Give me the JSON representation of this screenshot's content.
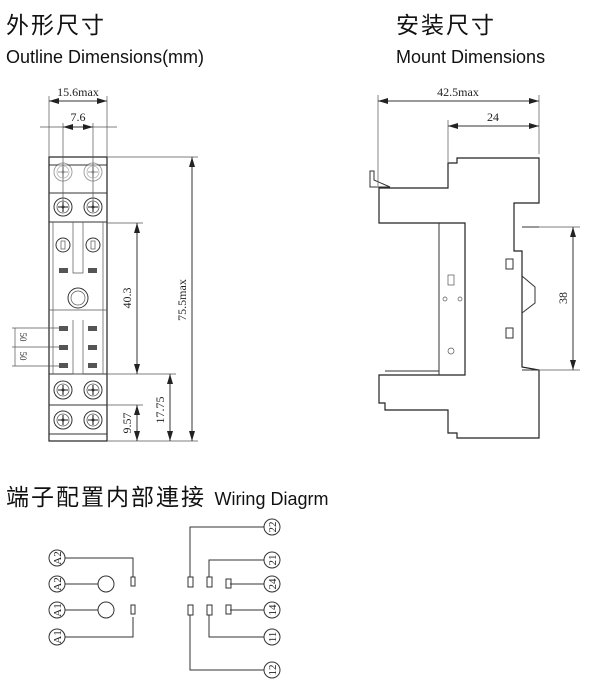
{
  "outline": {
    "title_cn": "外形尺寸",
    "title_en": "Outline Dimensions(mm)",
    "dims": {
      "width_max": "15.6max",
      "pin_pitch": "7.6",
      "height_max": "75.5max",
      "mid": "40.3",
      "lower": "17.75",
      "bottom": "9.57",
      "pin_a": "50",
      "pin_b": "50"
    }
  },
  "mount": {
    "title_cn": "安装尺寸",
    "title_en": "Mount Dimensions",
    "dims": {
      "depth_max": "42.5max",
      "rail_offset": "24",
      "rail_height": "38"
    }
  },
  "wiring": {
    "title_cn": "端子配置内部連接",
    "title_en": "Wiring Diagrm",
    "coil_terminals": [
      "A2",
      "A2",
      "A1",
      "A1"
    ],
    "contact_terminals": [
      "22",
      "21",
      "24",
      "14",
      "11",
      "12"
    ]
  }
}
